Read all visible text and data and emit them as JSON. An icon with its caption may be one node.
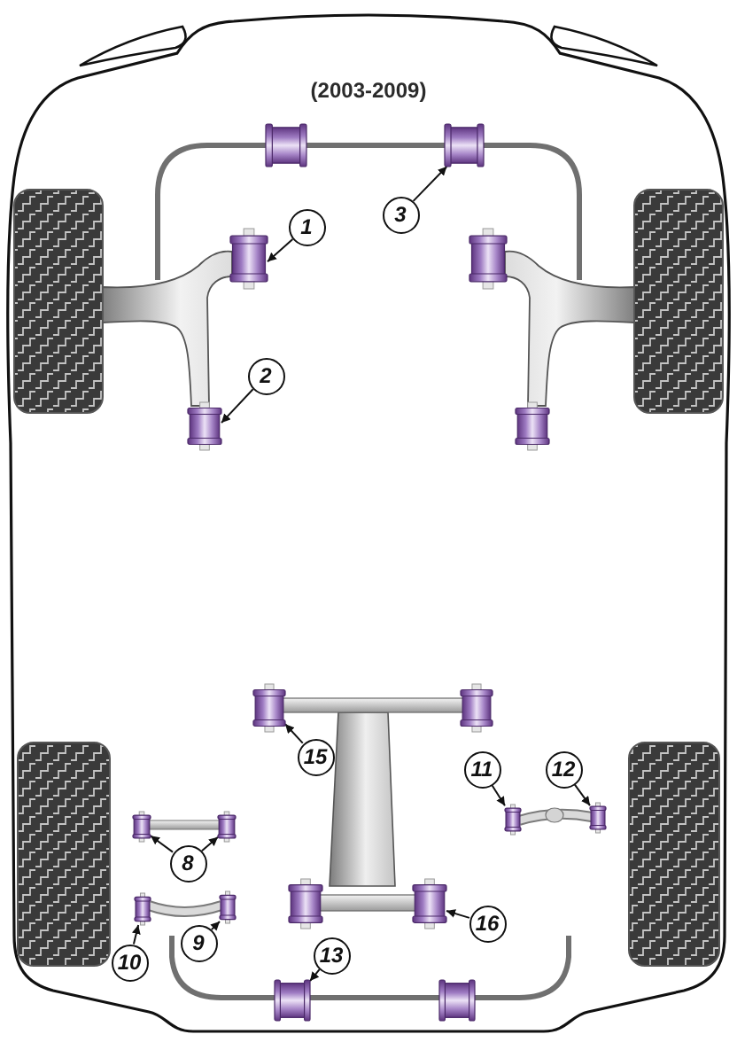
{
  "diagram": {
    "title": "(2003-2009)",
    "nodes": [
      {
        "text": [
          "3"
        ]
      },
      {
        "text": [
          "1"
        ]
      },
      {
        "text": [
          "2"
        ]
      },
      {
        "text": [
          "15"
        ]
      },
      {
        "text": [
          "11"
        ]
      },
      {
        "text": [
          "12"
        ]
      },
      {
        "text": [
          "8"
        ]
      },
      {
        "text": [
          "16"
        ]
      },
      {
        "text": [
          "9"
        ]
      },
      {
        "text": [
          "13"
        ]
      },
      {
        "text": [
          "10"
        ]
      },
      {
        "text": [],
        "shape": "cylinder"
      },
      {
        "text": [],
        "shape": "cylinder"
      },
      {
        "text": [],
        "shape": "cylinder"
      },
      {
        "text": [],
        "shape": "cylinder"
      },
      {
        "text": [],
        "shape": "cylinder"
      },
      {
        "text": [],
        "shape": "cylinder"
      },
      {
        "text": [],
        "shape": "cylinder"
      },
      {
        "text": [],
        "shape": "cylinder"
      },
      {
        "text": [],
        "shape": "cylinder"
      },
      {
        "text": [],
        "shape": "cylinder"
      },
      {
        "text": [],
        "shape": "cylinder"
      },
      {
        "text": [],
        "shape": "cylinder"
      }
    ],
    "edges": [
      {
        "from": 0,
        "to": 11,
        "arrow": "to"
      },
      {
        "from": 1,
        "to": 12,
        "arrow": "to"
      },
      {
        "from": 2,
        "to": 13,
        "arrow": "to"
      },
      {
        "from": 3,
        "to": 14,
        "arrow": "to"
      },
      {
        "from": 4,
        "to": 15,
        "arrow": "to"
      },
      {
        "from": 5,
        "to": 16,
        "arrow": "to"
      },
      {
        "from": 6,
        "to": 17,
        "arrow": "to"
      },
      {
        "from": 6,
        "to": 18,
        "arrow": "to"
      },
      {
        "from": 7,
        "to": 19,
        "arrow": "to"
      },
      {
        "from": 8,
        "to": 20,
        "arrow": "to"
      },
      {
        "from": 9,
        "to": 21,
        "arrow": "to"
      },
      {
        "from": 10,
        "to": 22,
        "arrow": "to"
      }
    ]
  }
}
